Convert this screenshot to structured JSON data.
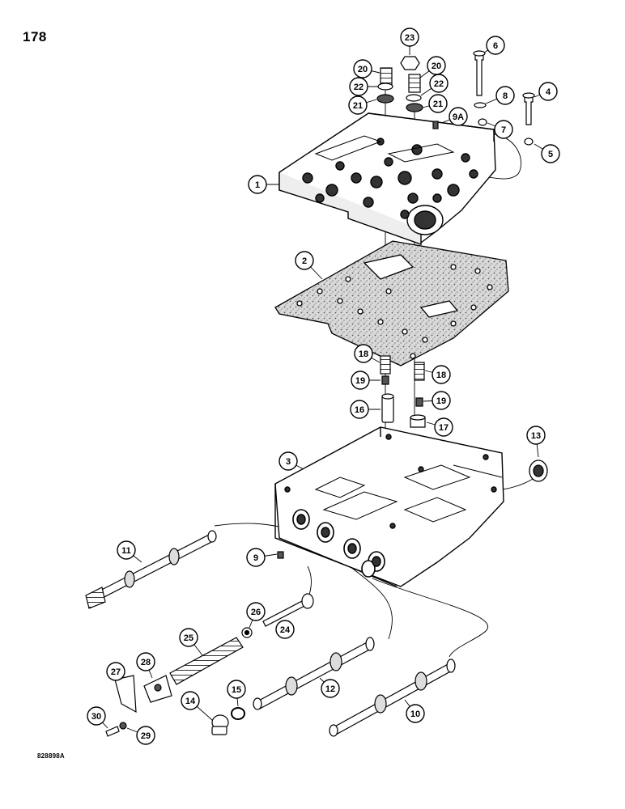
{
  "page": {
    "number": "178",
    "drawing_code": "828898A"
  },
  "colors": {
    "ink": "#000000",
    "paper": "#ffffff",
    "gasket_fill": "#cfcfcf",
    "casting_shade": "#e9e9e9"
  },
  "callouts": [
    {
      "id": "c1",
      "label": "1",
      "part": "upper-valve-body"
    },
    {
      "id": "c2",
      "label": "2",
      "part": "separator-gasket"
    },
    {
      "id": "c3",
      "label": "3",
      "part": "lower-valve-body"
    },
    {
      "id": "c4",
      "label": "4",
      "part": "bolt-short"
    },
    {
      "id": "c5",
      "label": "5",
      "part": "washer-small"
    },
    {
      "id": "c6",
      "label": "6",
      "part": "bolt-long"
    },
    {
      "id": "c7",
      "label": "7",
      "part": "o-ring-small"
    },
    {
      "id": "c8",
      "label": "8",
      "part": "washer"
    },
    {
      "id": "c9A",
      "label": "9A",
      "part": "pin-upper"
    },
    {
      "id": "c9",
      "label": "9",
      "part": "pin-lower"
    },
    {
      "id": "c10",
      "label": "10",
      "part": "spool-right"
    },
    {
      "id": "c11",
      "label": "11",
      "part": "spool-left"
    },
    {
      "id": "c12",
      "label": "12",
      "part": "spool-middle"
    },
    {
      "id": "c13",
      "label": "13",
      "part": "seal"
    },
    {
      "id": "c14",
      "label": "14",
      "part": "plug"
    },
    {
      "id": "c15",
      "label": "15",
      "part": "o-ring"
    },
    {
      "id": "c16",
      "label": "16",
      "part": "plunger"
    },
    {
      "id": "c17",
      "label": "17",
      "part": "cap"
    },
    {
      "id": "c18a",
      "label": "18",
      "part": "spring-left"
    },
    {
      "id": "c18b",
      "label": "18",
      "part": "spring-right"
    },
    {
      "id": "c19a",
      "label": "19",
      "part": "ball-left"
    },
    {
      "id": "c19b",
      "label": "19",
      "part": "ball-right"
    },
    {
      "id": "c20a",
      "label": "20",
      "part": "spring-top-left"
    },
    {
      "id": "c20b",
      "label": "20",
      "part": "spring-top-right"
    },
    {
      "id": "c21a",
      "label": "21",
      "part": "seat-left"
    },
    {
      "id": "c21b",
      "label": "21",
      "part": "seat-right"
    },
    {
      "id": "c22a",
      "label": "22",
      "part": "washer-left"
    },
    {
      "id": "c22b",
      "label": "22",
      "part": "washer-right"
    },
    {
      "id": "c23",
      "label": "23",
      "part": "nut"
    },
    {
      "id": "c24",
      "label": "24",
      "part": "pin-actuator"
    },
    {
      "id": "c25",
      "label": "25",
      "part": "spring-large"
    },
    {
      "id": "c26",
      "label": "26",
      "part": "washer-spring"
    },
    {
      "id": "c27",
      "label": "27",
      "part": "cover-plate"
    },
    {
      "id": "c28",
      "label": "28",
      "part": "retainer-plate"
    },
    {
      "id": "c29",
      "label": "29",
      "part": "lock-washer"
    },
    {
      "id": "c30",
      "label": "30",
      "part": "cap-screw"
    }
  ]
}
